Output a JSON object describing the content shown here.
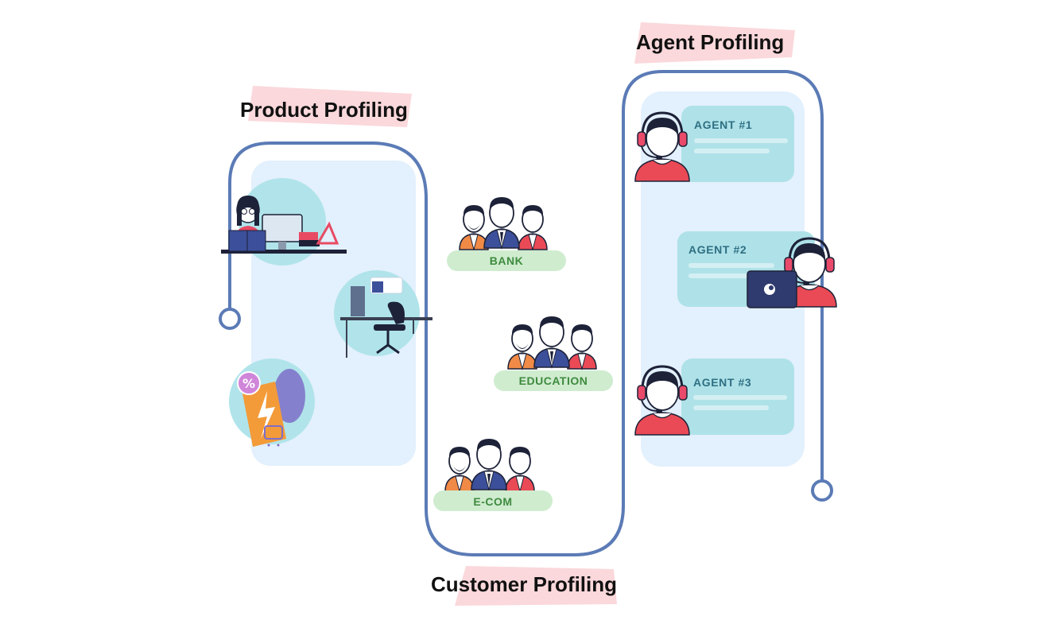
{
  "sections": {
    "product": {
      "title": "Product Profiling"
    },
    "customer": {
      "title": "Customer Profiling"
    },
    "agent": {
      "title": "Agent Profiling"
    }
  },
  "customer_groups": [
    {
      "label": "BANK"
    },
    {
      "label": "EDUCATION"
    },
    {
      "label": "E-COM"
    }
  ],
  "agents": [
    {
      "label": "AGENT #1"
    },
    {
      "label": "AGENT #2"
    },
    {
      "label": "AGENT #3"
    }
  ],
  "colors": {
    "path": "#5b7bb6",
    "panel": "#e3f0fd",
    "circle": "#b0e4ea",
    "agent_card": "#aee2e8",
    "agent_text": "#2f6f83",
    "group_label_bg": "#cfeccf",
    "group_label_text": "#3f8a3f",
    "title_highlight": "#fbd8db"
  }
}
